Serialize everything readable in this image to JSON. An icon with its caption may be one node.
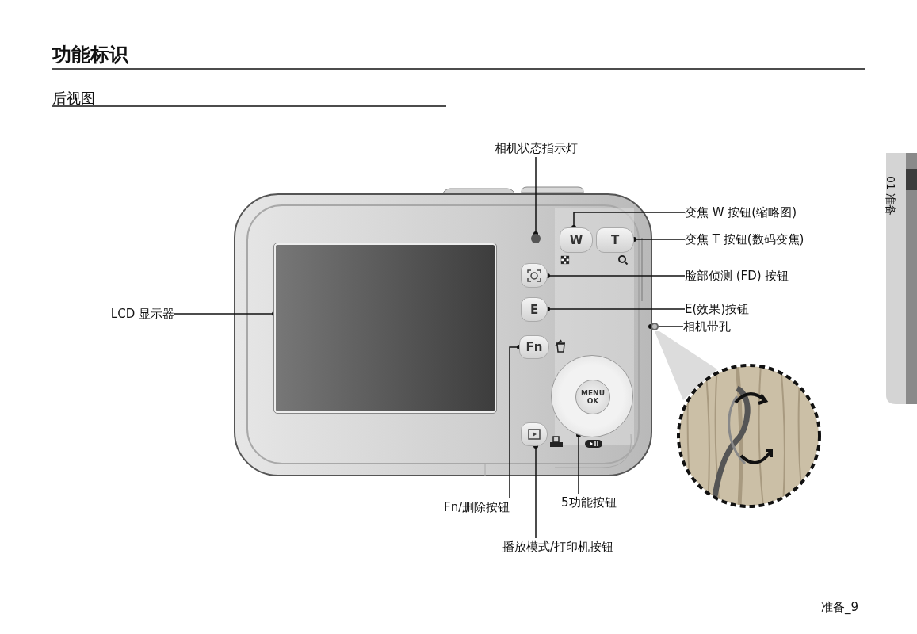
{
  "diagram": {
    "title": "功能标识",
    "nodes": [
      {
        "text": [
          "相机状态指示灯"
        ]
      },
      {
        "text": [],
        "shape": "circle"
      },
      {
        "text": [
          "变焦 W 按钮(缩略图)"
        ]
      },
      {
        "text": [
          "W"
        ]
      },
      {
        "text": [
          "变焦 T 按钮(数码变焦)"
        ]
      },
      {
        "text": [
          "T"
        ]
      },
      {
        "text": [
          "脸部侦测 (FD) 按钮"
        ]
      },
      {
        "text": [],
        "shape": "box"
      },
      {
        "text": [
          "E(效果)按钮"
        ]
      },
      {
        "text": [
          "E"
        ]
      },
      {
        "text": [
          "相机带孔"
        ]
      },
      {
        "text": [],
        "shape": "circle"
      },
      {
        "text": [
          "LCD 显示器"
        ]
      },
      {
        "text": [],
        "shape": "box"
      },
      {
        "text": [
          "Fn/删除按钮"
        ]
      },
      {
        "text": [
          "Fn"
        ]
      },
      {
        "text": [
          "5功能按钮"
        ]
      },
      {
        "text": [
          "MENU OK"
        ]
      },
      {
        "text": [
          "播放模式/打印机按钮"
        ]
      },
      {
        "text": [],
        "shape": "box"
      }
    ],
    "edges": [
      {
        "from": 0,
        "to": 1,
        "arrow": "other"
      },
      {
        "from": 2,
        "to": 3,
        "arrow": "other"
      },
      {
        "from": 4,
        "to": 5,
        "arrow": "other"
      },
      {
        "from": 6,
        "to": 7,
        "arrow": "other"
      },
      {
        "from": 8,
        "to": 9,
        "arrow": "other"
      },
      {
        "from": 10,
        "to": 11,
        "arrow": "other"
      },
      {
        "from": 12,
        "to": 13,
        "arrow": "other"
      },
      {
        "from": 14,
        "to": 15,
        "arrow": "other"
      },
      {
        "from": 16,
        "to": 17,
        "arrow": "other"
      },
      {
        "from": 18,
        "to": 19,
        "arrow": "other"
      }
    ],
    "labels": [
      "后视图",
      "01 准备",
      "准备_9"
    ]
  }
}
